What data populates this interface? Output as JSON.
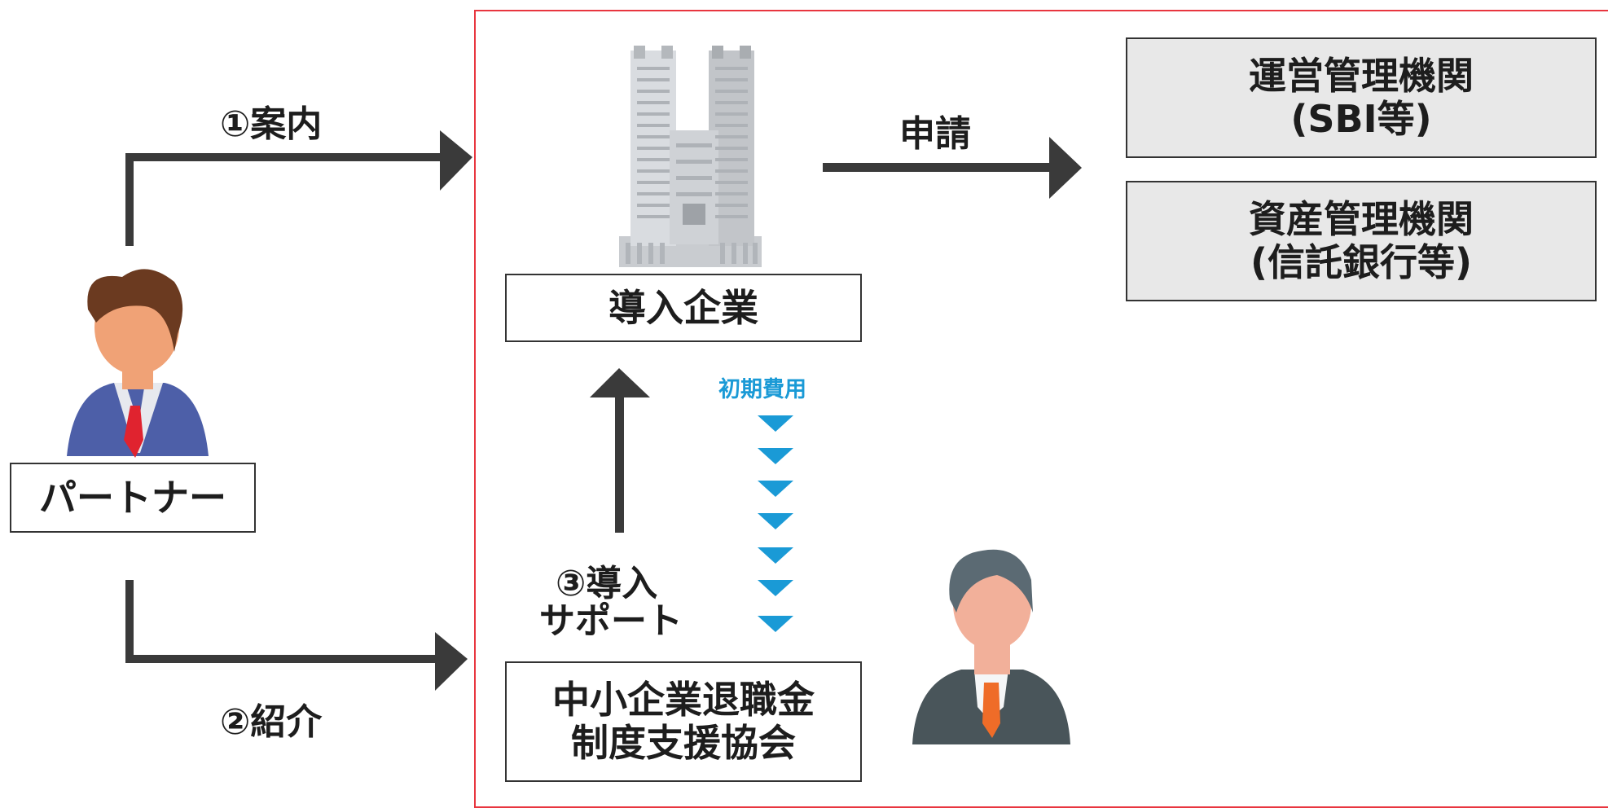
{
  "left": {
    "partner_label": "パートナー",
    "step1_label": "①案内",
    "step2_label": "②紹介"
  },
  "center": {
    "company_label": "導入企業",
    "apply_label": "申請",
    "initial_cost_label": "初期費用",
    "support_line1": "③導入",
    "support_line2": "サポート",
    "association_line1": "中小企業退職金",
    "association_line2": "制度支援協会"
  },
  "right": {
    "org1_line1": "運営管理機関",
    "org1_line2": "(SBI等)",
    "org2_line1": "資産管理機関",
    "org2_line2": "(信託銀行等)"
  },
  "colors": {
    "arrow": "#3a3a3a",
    "frame": "#e8363f",
    "cost_text": "#1a9ad6",
    "cost_triangles": "#1a9ad6",
    "box_gray": "#e8e8e8"
  },
  "icons": [
    "partner-person-icon",
    "building-icon",
    "association-person-icon"
  ]
}
